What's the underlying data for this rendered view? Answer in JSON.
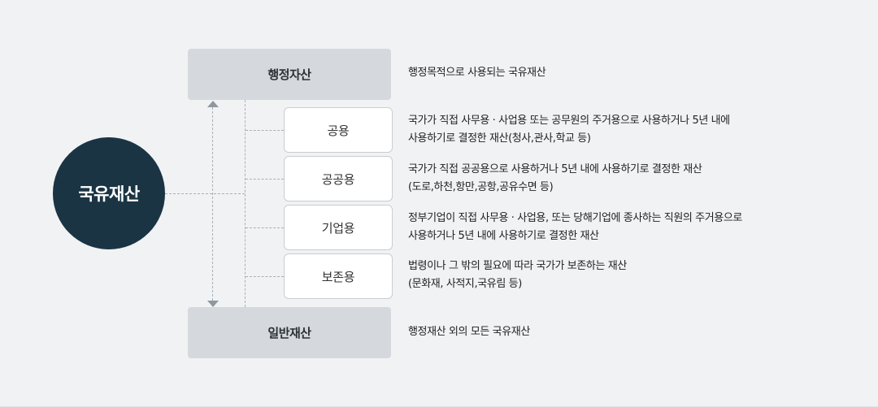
{
  "root": {
    "label": "국유재산"
  },
  "administrative": {
    "label": "행정자산",
    "description": "행정목적으로 사용되는 국유재산",
    "subcategories": [
      {
        "label": "공용",
        "description_line1": "국가가 직접 사무용 · 사업용 또는 공무원의 주거용으로 사용하거나 5년 내에",
        "description_line2": "사용하기로 결정한 재산(청사,관사,학교 등)"
      },
      {
        "label": "공공용",
        "description_line1": "국가가 직접 공공용으로 사용하거나 5년 내에 사용하기로 결정한 재산",
        "description_line2": "(도로,하천,항만,공항,공유수면 등)"
      },
      {
        "label": "기업용",
        "description_line1": "정부기업이 직접 사무용 · 사업용, 또는 당해기업에 종사하는 직원의 주거용으로",
        "description_line2": "사용하거나 5년 내에 사용하기로 결정한 재산"
      },
      {
        "label": "보존용",
        "description_line1": "법령이나 그 밖의 필요에 따라 국가가 보존하는 재산",
        "description_line2": "(문화재, 사적지,국유림 등)"
      }
    ]
  },
  "general": {
    "label": "일반재산",
    "description": "행정재산 외의 모든 국유재산"
  },
  "colors": {
    "background": "#f1f2f4",
    "root_circle": "#1a3444",
    "category_box": "#d5d9dd",
    "subcategory_box": "#ffffff",
    "connector": "#a9b1b7",
    "arrow": "#8e989f"
  }
}
